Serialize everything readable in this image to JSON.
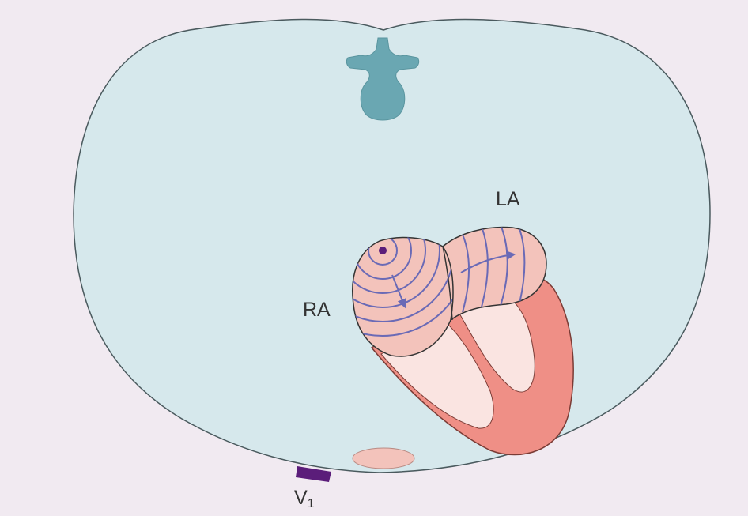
{
  "labels": {
    "left_atrium": "LA",
    "right_atrium": "RA",
    "electrode_main": "V",
    "electrode_sub": "1"
  },
  "colors": {
    "background": "#f1eaf1",
    "thorax_fill": "#d6e8ec",
    "thorax_stroke": "#4a5a5e",
    "vertebra": "#6aa7b2",
    "atrium_fill": "#f3c3bb",
    "ventricle_wall": "#ef8f86",
    "ventricle_cavity": "#fae4e1",
    "activation_lines": "#6a6ab6",
    "origin_dot": "#5b1d7a",
    "electrode": "#5b1d7a"
  },
  "icons": {
    "vertebra": "vertebra-icon",
    "sternum": "sternum-icon",
    "electrode": "electrode-icon"
  }
}
